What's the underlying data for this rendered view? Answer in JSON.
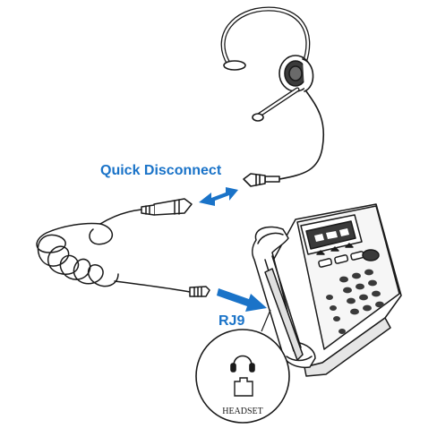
{
  "labels": {
    "quick_disconnect": "Quick Disconnect",
    "rj9": "RJ9",
    "headset_port": "HEADSET"
  },
  "colors": {
    "accent": "#1a73c8",
    "line": "#1a1a1a",
    "fill_light": "#f2f2f2",
    "fill_dark": "#3a3a3a"
  },
  "icons": {
    "headset": "headset-icon",
    "bidirectional_arrow": "double-arrow-icon",
    "insert_arrow": "arrow-icon"
  }
}
